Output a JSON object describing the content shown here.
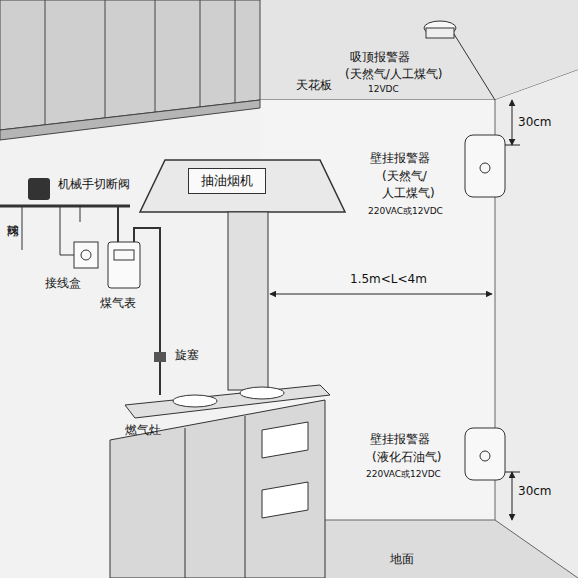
{
  "diagram": {
    "nodes": [
      {
        "text": [
          "抽油烟机"
        ]
      }
    ],
    "labels": [
      "吸顶报警器",
      "(天然气/人工煤气)",
      "12VDC",
      "天花板",
      "30cm",
      "壁挂报警器",
      "(天然气/",
      "人工煤气)",
      "220VAC或12VDC",
      "机械手切断阀",
      "球阀",
      "接线盒",
      "煤气表",
      "1.5m<L<4m",
      "旋塞",
      "燃气灶",
      "壁挂报警器",
      "(液化石油气)",
      "220VAC或12VDC",
      "30cm",
      "地面"
    ]
  }
}
